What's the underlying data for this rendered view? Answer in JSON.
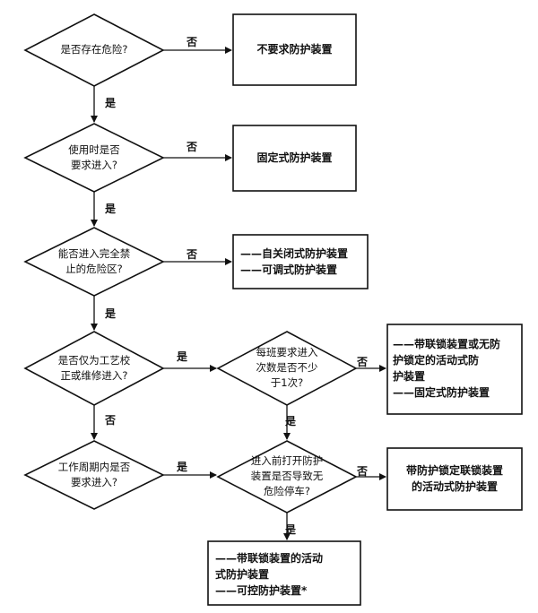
{
  "decisions": {
    "d1": "是否存在危险?",
    "d2": [
      "使用时是否",
      "要求进入?"
    ],
    "d3": [
      "能否进入完全禁",
      "止的危险区?"
    ],
    "d4": [
      "是否仅为工艺校",
      "正或维修进入?"
    ],
    "d5": [
      "每班要求进入",
      "次数是否不少",
      "于1次?"
    ],
    "d6": [
      "工作周期内是否",
      "要求进入?"
    ],
    "d7": [
      "进入前打开防护",
      "装置是否导致无",
      "危险停车?"
    ]
  },
  "results": {
    "r1": "不要求防护装置",
    "r2": "固定式防护装置",
    "r3": [
      "——自关闭式防护装置",
      "——可调式防护装置"
    ],
    "r4": [
      "——带联锁装置或无防",
      "护锁定的活动式防",
      "护装置",
      "——固定式防护装置"
    ],
    "r5": [
      "带防护锁定联锁装置",
      "的活动式防护装置"
    ],
    "r6": [
      "——带联锁装置的活动",
      "式防护装置",
      "——可控防护装置*"
    ]
  },
  "labels": {
    "yes": "是",
    "no": "否"
  }
}
